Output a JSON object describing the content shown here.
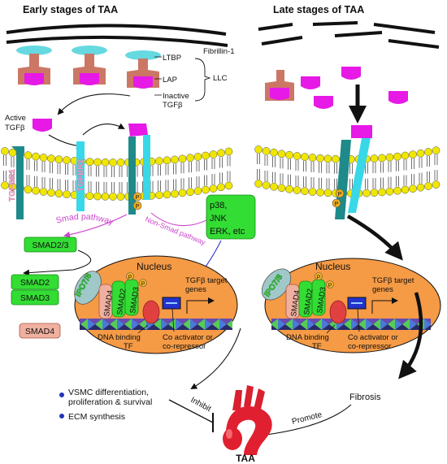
{
  "titles": {
    "early": "Early stages of TAA",
    "late": "Late stages of TAA"
  },
  "labels": {
    "ltbp": "LTBP",
    "fibrillin": "Fibrillin-1",
    "lap": "LAP",
    "llc": "LLC",
    "inactive_1": "Inactive",
    "inactive_2": "TGFβ",
    "active_1": "Active",
    "active_2": "TGFβ",
    "tgfbr1": "TGFBR1",
    "tgfbr2": "TGFBR2",
    "smad_pathway": "Smad pathway",
    "non_smad_pathway": "Non-Smad pathway",
    "p": "P"
  },
  "boxes": {
    "smad23": "SMAD2/3",
    "smad2": "SMAD2",
    "smad3": "SMAD3",
    "smad4": "SMAD4",
    "mapk_1": "p38,",
    "mapk_2": "JNK",
    "mapk_3": "ERK, etc"
  },
  "nucleus": {
    "title": "Nucleus",
    "ipo": "IPO7/8",
    "smad4": "SMAD4",
    "smad2": "SMAD2",
    "smad3": "SMAD3",
    "target_1": "TGFβ target",
    "target_2": "genes",
    "dna_1": "DNA binding",
    "dna_2": "TF",
    "coact_1": "Co activator or",
    "coact_2": "co-repressor"
  },
  "outcomes": {
    "vsmc_1": "VSMC differentiation,",
    "vsmc_2": "proliferation & survival",
    "ecm": "ECM synthesis",
    "inhibit": "Inhibit",
    "fibrosis": "Fibrosis",
    "promote": "Promote",
    "taa": "TAA"
  },
  "colors": {
    "magenta": "#e619e6",
    "lap": "#cc7766",
    "ltbp": "#66d9e0",
    "lipid": "#f0e600",
    "receptor1": "#1f8a8a",
    "receptor2": "#38d8e8",
    "green": "#33dd33",
    "salmon": "#f0b0a0",
    "nucleus": "#f59a45",
    "phospho": "#f0b020",
    "violet": "#cc44cc",
    "blue": "#3333cc"
  },
  "icons": [
    "arrow",
    "inhibit-bar",
    "aorta-icon",
    "phosphate-icon"
  ]
}
